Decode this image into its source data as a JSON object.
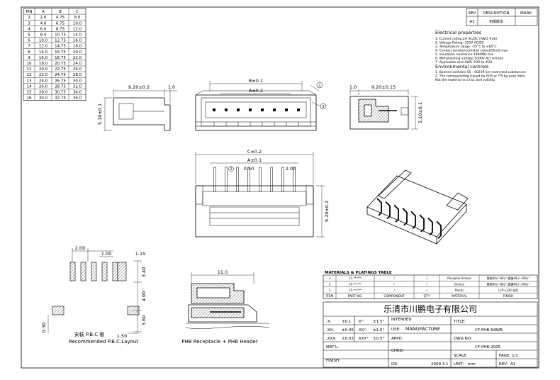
{
  "pin_table": {
    "headers": [
      "PIN",
      "A",
      "B",
      "C"
    ],
    "rows": [
      [
        "2",
        "2.0",
        "4.75",
        "8.0"
      ],
      [
        "3",
        "4.0",
        "6.75",
        "10.0"
      ],
      [
        "4",
        "6.0",
        "8.75",
        "12.0"
      ],
      [
        "5",
        "8.0",
        "10.75",
        "14.0"
      ],
      [
        "6",
        "10.0",
        "12.75",
        "16.0"
      ],
      [
        "7",
        "12.0",
        "14.75",
        "18.0"
      ],
      [
        "8",
        "14.0",
        "16.75",
        "20.0"
      ],
      [
        "9",
        "16.0",
        "18.75",
        "22.0"
      ],
      [
        "10",
        "18.0",
        "20.75",
        "24.0"
      ],
      [
        "11",
        "20.0",
        "22.75",
        "26.0"
      ],
      [
        "12",
        "22.0",
        "24.75",
        "28.0"
      ],
      [
        "13",
        "24.0",
        "26.75",
        "30.0"
      ],
      [
        "14",
        "26.0",
        "28.75",
        "32.0"
      ],
      [
        "15",
        "28.0",
        "30.75",
        "34.0"
      ],
      [
        "16",
        "30.0",
        "32.75",
        "36.0"
      ]
    ]
  },
  "rev_table": {
    "headers": [
      "REV",
      "DESCRIPTION",
      "MARK"
    ],
    "row": [
      "A1",
      "初版版本",
      ""
    ]
  },
  "electrical": {
    "title": "Electrical properties",
    "items": [
      "1. Current rating:2A AC/DC (AWG #26)",
      "2. Voltage Rating: 250V AC/DC",
      "3. Temperature range: -25°C to +85°C",
      "4. Contact resistance(Initial value)20mΩ max",
      "5. Insulation resistance:1000MΩ min",
      "6. Withstanding voltage:1000V AC/ minute",
      "7. Applicable wire:AWG #26 to #28"
    ]
  },
  "environmental": {
    "title": "Environmental controls",
    "items": [
      "1. Banned contains SS - 00259 are restricted substances",
      "2. The corresponding issued by SGS or ITS by-pass data,",
      "   Not the material in a list, and validity."
    ]
  },
  "dims": {
    "side_width": "9.20±0.2",
    "side_tab": "1.0",
    "side_height": "5.10±0.1",
    "top_b": "B±0.1",
    "top_a": "A±0.2",
    "callout_1": "1",
    "callout_2": "2",
    "callout_3": "3",
    "right_tab": "1.0",
    "right_width": "9.20±0.15",
    "right_height": "5.10±0.1",
    "front_c": "C±0.2",
    "front_a": "A±0.1",
    "front_pitch": "2.00",
    "front_pin": "0.50",
    "front_height": "9.20±0.2",
    "pcb_pitch": "2.00",
    "pcb_pad_width": "1.00",
    "pcb_pad_offset": "1.15",
    "pcb_v1": "3.40",
    "pcb_v2": "4.00",
    "pcb_v3": "3.60",
    "pcb_pad_bottom": "1.50",
    "pcb_edge": "0.30",
    "mate_width": "11.0"
  },
  "captions": {
    "pcb_cn": "安装 P.B.C 板",
    "pcb_en": "Recommended P.B.C.Layout",
    "mate": "PHB Receptacle + PHB Header"
  },
  "materials": {
    "title": "MATERIALS & PLATINGS TABLE",
    "rows": [
      [
        "3",
        "CF-**-***",
        "/",
        "/",
        "Phosphor Bronze",
        "镀锡40u\"-80u\",镀镍40u\"-200u\""
      ],
      [
        "2",
        "CF-**-***",
        "/",
        "/",
        "Bronze",
        "镀锡40u\"-80u\",镀镍40u\"-200u\""
      ],
      [
        "1",
        "CF-**-***",
        "/",
        "/",
        "Plastic",
        "LCP-L130 本色"
      ]
    ],
    "headers": [
      "ITEM",
      "PART NO.",
      "COMPONENT",
      "QTY",
      "MATERIAL",
      "FINISH"
    ]
  },
  "title_block": {
    "company": "乐清市川鹏电子有限公司",
    "tol1_label": ".X:",
    "tol1_val": "±0.1",
    "tol1_ang_label": ".X°:",
    "tol1_ang_val": "±1.5°",
    "tol2_label": ".XX:",
    "tol2_val": "±0.05",
    "tol2_ang_label": ".XX°:",
    "tol2_ang_val": "±1.0°",
    "tol3_label": ".XXX:",
    "tol3_val": "±0.03",
    "tol3_ang_label": ".XXX°:",
    "tol3_ang_val": "±0.5°",
    "matl_label": "MAT'L:",
    "finish_label": "FINISH:",
    "intended_label": "INTENDED",
    "use_label": "USE:",
    "use_val": "MANUFACTURE",
    "appd_label": "APPD:",
    "chkd_label": "CHKD:",
    "dr_label": "DR:",
    "dr_date": "2009.3.1",
    "title_label": "TITLE:",
    "title_val": "CF-PHB-NAWB",
    "dwg_label": "DWG NO:",
    "dwg_val": "CF-PHB-2005",
    "scale_label": "SCALE:",
    "page_label": "PAGE:",
    "page_val": "1/1",
    "unit_label": "UNIT:",
    "unit_val": "mm",
    "rev_label": "REV:",
    "rev_val": "A1"
  }
}
